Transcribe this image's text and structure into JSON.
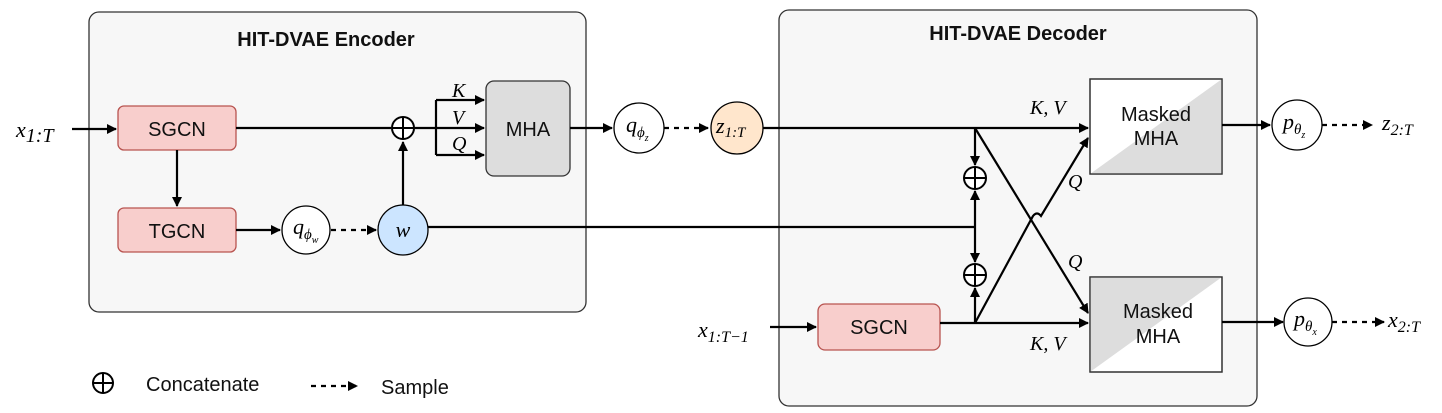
{
  "encoder": {
    "title": "HIT-DVAE Encoder",
    "sgcn_label": "SGCN",
    "tgcn_label": "TGCN",
    "mha_label": "MHA",
    "input_var": "x",
    "input_sub": "1:T",
    "mha_inputs": [
      "K",
      "V",
      "Q"
    ],
    "q_phi_w": {
      "main": "q",
      "sub": "ϕ",
      "subsub": "w"
    },
    "w_node": "w",
    "q_phi_z": {
      "main": "q",
      "sub": "ϕ",
      "subsub": "z"
    },
    "z_node": {
      "main": "z",
      "sub": "1:T"
    }
  },
  "decoder": {
    "title": "HIT-DVAE Decoder",
    "masked_mha_line1": "Masked",
    "masked_mha_line2": "MHA",
    "sgcn_label": "SGCN",
    "input_var": "x",
    "input_sub": "1:T−1",
    "kv_label": "K, V",
    "q_label": "Q",
    "p_theta_z": {
      "main": "p",
      "sub": "θ",
      "subsub": "z"
    },
    "p_theta_x": {
      "main": "p",
      "sub": "θ",
      "subsub": "x"
    },
    "output_z": {
      "main": "z",
      "sub": "2:T"
    },
    "output_x": {
      "main": "x",
      "sub": "2:T"
    }
  },
  "legend": {
    "concat_symbol": "⊕",
    "concat_label": "Concatenate",
    "sample_label": "Sample"
  },
  "colors": {
    "gcn_fill": "#f8cecc",
    "gcn_stroke": "#b85450",
    "w_fill": "#cce5ff",
    "z_fill": "#ffe6cc",
    "mha_fill": "#dddddd"
  }
}
